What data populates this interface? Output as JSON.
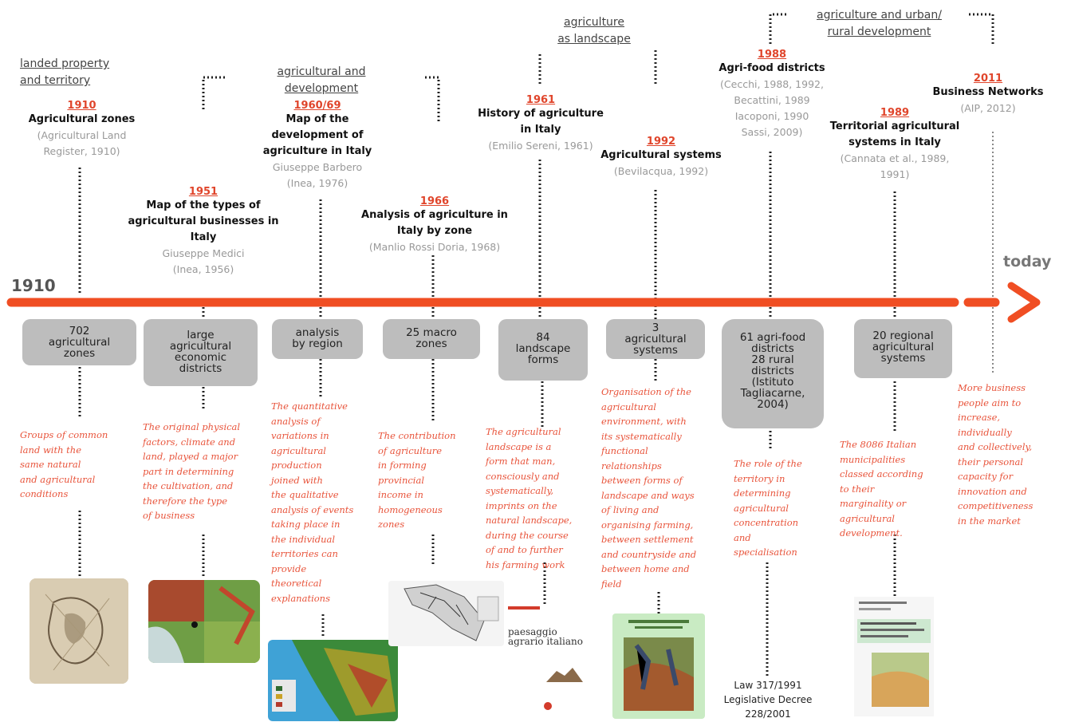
{
  "timeline": {
    "start_label": "1910",
    "end_label": "today"
  },
  "themes": [
    {
      "text": "landed property\nand territory"
    },
    {
      "text": "agricultural and\ndevelopment"
    },
    {
      "text": "agriculture\nas landscape"
    },
    {
      "text": "agriculture and urban/\nrural development"
    }
  ],
  "milestones": [
    {
      "year": "1910",
      "title": "Agricultural zones",
      "source": "(Agricultural Land\nRegister, 1910)"
    },
    {
      "year": "1951",
      "title": "Map of the types of\nagricultural businesses in\nItaly",
      "source": "Giuseppe Medici\n(Inea, 1956)"
    },
    {
      "year": "1960/69",
      "title": "Map of the\ndevelopment of\nagriculture in Italy",
      "source": "Giuseppe Barbero\n(Inea, 1976)"
    },
    {
      "year": "1966",
      "title": "Analysis of agriculture in\nItaly by zone",
      "source": "(Manlio Rossi Doria, 1968)"
    },
    {
      "year": "1961",
      "title": "History of agriculture\nin Italy",
      "source": "(Emilio Sereni, 1961)"
    },
    {
      "year": "1992",
      "title": "Agricultural systems",
      "source": "(Bevilacqua, 1992)"
    },
    {
      "year": "1988",
      "title": "Agri-food districts",
      "source": "(Cecchi, 1988, 1992,\nBecattini, 1989\nIacoponi, 1990\nSassi, 2009)"
    },
    {
      "year": "1989",
      "title": "Territorial agricultural\nsystems in Italy",
      "source": "(Cannata et al., 1989,\n1991)"
    },
    {
      "year": "2011",
      "title": "Business Networks",
      "source": "(AIP, 2012)"
    }
  ],
  "boxes": [
    {
      "text": "702\nagricultural\nzones"
    },
    {
      "text": "large\nagricultural\neconomic\ndistricts"
    },
    {
      "text": "analysis\nby region"
    },
    {
      "text": "25 macro\nzones"
    },
    {
      "text": "84\nlandscape\nforms"
    },
    {
      "text": "3\nagricultural\nsystems"
    },
    {
      "text": "61 agri-food\ndistricts\n28 rural\ndistricts\n(Istituto\nTagliacarne,\n2004)"
    },
    {
      "text": "20 regional\nagricultural\nsystems"
    }
  ],
  "notes": [
    {
      "text": "Groups of common\nland with the\nsame natural\nand agricultural\nconditions"
    },
    {
      "text": "The original physical\nfactors, climate and\nland, played a major\npart in determining\nthe cultivation, and\ntherefore the type\nof business"
    },
    {
      "text": "The quantitative\nanalysis of\nvariations in\nagricultural\nproduction\njoined with\nthe qualitative\nanalysis of events\ntaking place in\nthe individual\nterritories can\nprovide\ntheoretical\nexplanations"
    },
    {
      "text": "The contribution\nof agriculture\nin forming\nprovincial\nincome in\nhomogeneous\nzones"
    },
    {
      "text": "The agricultural\nlandscape is a\nform that man,\nconsciously and\nsystematically,\nimprints on the\nnatural landscape,\nduring the course\nof and to further\nhis farming work"
    },
    {
      "text": "Organisation of the\nagricultural\nenvironment, with\nits systematically\nfunctional\nrelationships\nbetween  forms of\nlandscape and ways\nof living and\norganising farming,\nbetween settlement\nand countryside and\nbetween home and\nfield"
    },
    {
      "text": "The role of the\nterritory in\ndetermining\nagricultural\nconcentration\nand\nspecialisation"
    },
    {
      "text": "The 8086 Italian\nmunicipalities\nclassed according\nto their\nmarginality or\nagricultural\ndevelopment."
    },
    {
      "text": "More business\npeople aim to\nincrease,\nindividually\nand collectively,\ntheir personal\ncapacity  for\ninnovation and\ncompetitiveness\nin the market"
    }
  ],
  "law_text": "Law 317/1991\nLegislative Decree\n228/2001",
  "book_title": "paesaggio\nagrario italiano",
  "colors": {
    "arrow": "#f04e23",
    "year": "#e0452b",
    "note": "#e8533a",
    "box": "#bdbdbd",
    "source": "#999999"
  }
}
